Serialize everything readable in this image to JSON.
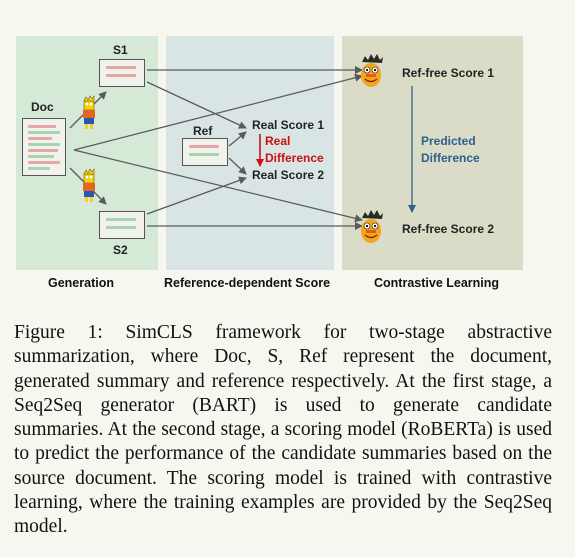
{
  "figure": {
    "doc_label": "Doc",
    "s1_label": "S1",
    "s2_label": "S2",
    "ref_label": "Ref",
    "real_score_1": "Real Score 1",
    "real_difference_line1": "Real",
    "real_difference_line2": "Difference",
    "real_score_2": "Real Score 2",
    "ref_free_score_1": "Ref-free Score 1",
    "ref_free_score_2": "Ref-free Score 2",
    "predicted_difference_line1": "Predicted",
    "predicted_difference_line2": "Difference",
    "stage_generation": "Generation",
    "stage_reference_dependent": "Reference-dependent Score",
    "stage_contrastive": "Contrastive Learning",
    "colors": {
      "generation_panel": "#d6e8d6",
      "reference_panel": "#d9e5e5",
      "contrastive_panel": "#dadcc7",
      "red_text": "#cc1111",
      "blue_text": "#2e5f8e"
    },
    "icons": [
      "bart-generator-icon",
      "bert-scorer-icon"
    ]
  },
  "caption": {
    "text": "Figure 1: SimCLS framework for two-stage abstractive summarization, where Doc, S, Ref represent the document, generated summary and reference respectively. At the first stage, a Seq2Seq generator (BART) is used to generate candidate summaries. At the second stage, a scoring model (RoBERTa) is used to predict the performance of the candidate summaries based on the source document. The scoring model is trained with contrastive learning, where the training examples are provided by the Seq2Seq model."
  }
}
